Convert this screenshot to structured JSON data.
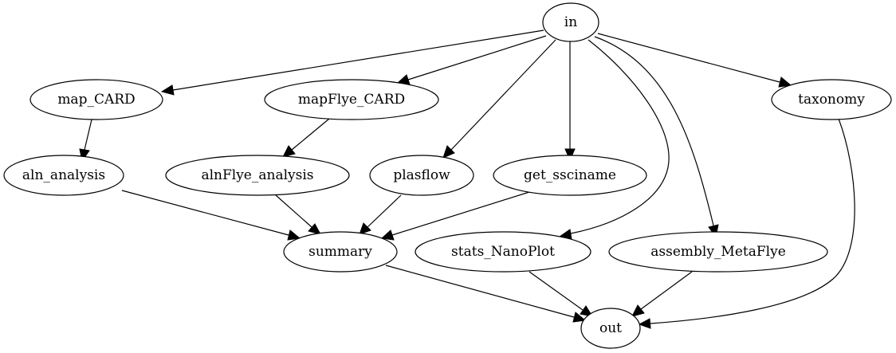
{
  "nodes": [
    {
      "id": "in",
      "label": "in"
    },
    {
      "id": "map_CARD",
      "label": "map_CARD"
    },
    {
      "id": "mapFlye_CARD",
      "label": "mapFlye_CARD"
    },
    {
      "id": "taxonomy",
      "label": "taxonomy"
    },
    {
      "id": "aln_analysis",
      "label": "aln_analysis"
    },
    {
      "id": "alnFlye_analysis",
      "label": "alnFlye_analysis"
    },
    {
      "id": "plasflow",
      "label": "plasflow"
    },
    {
      "id": "get_ssciname",
      "label": "get_ssciname"
    },
    {
      "id": "summary",
      "label": "summary"
    },
    {
      "id": "stats_NanoPlot",
      "label": "stats_NanoPlot"
    },
    {
      "id": "assembly_MetaFlye",
      "label": "assembly_MetaFlye"
    },
    {
      "id": "out",
      "label": "out"
    }
  ],
  "edges": [
    {
      "from": "in",
      "to": "map_CARD"
    },
    {
      "from": "in",
      "to": "mapFlye_CARD"
    },
    {
      "from": "in",
      "to": "plasflow"
    },
    {
      "from": "in",
      "to": "get_ssciname"
    },
    {
      "from": "in",
      "to": "stats_NanoPlot"
    },
    {
      "from": "in",
      "to": "assembly_MetaFlye"
    },
    {
      "from": "in",
      "to": "taxonomy"
    },
    {
      "from": "map_CARD",
      "to": "aln_analysis"
    },
    {
      "from": "mapFlye_CARD",
      "to": "alnFlye_analysis"
    },
    {
      "from": "aln_analysis",
      "to": "summary"
    },
    {
      "from": "alnFlye_analysis",
      "to": "summary"
    },
    {
      "from": "plasflow",
      "to": "summary"
    },
    {
      "from": "get_ssciname",
      "to": "summary"
    },
    {
      "from": "summary",
      "to": "out"
    },
    {
      "from": "stats_NanoPlot",
      "to": "out"
    },
    {
      "from": "assembly_MetaFlye",
      "to": "out"
    },
    {
      "from": "taxonomy",
      "to": "out"
    }
  ]
}
